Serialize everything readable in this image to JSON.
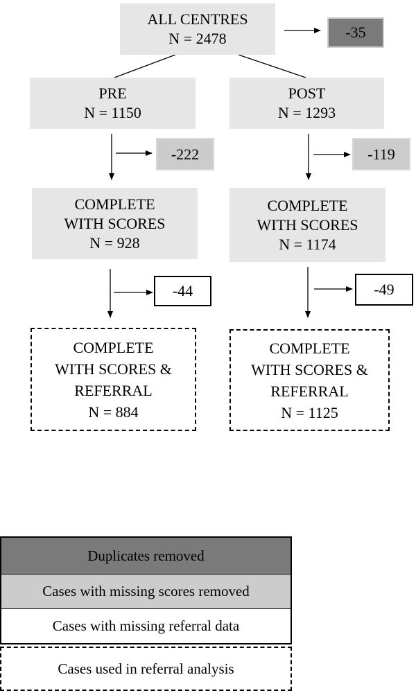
{
  "flowchart": {
    "all_centres": {
      "title": "ALL CENTRES",
      "n": "N = 2478",
      "removed": "-35"
    },
    "pre": {
      "title": "PRE",
      "n": "N = 1150",
      "removed_scores": "-222",
      "complete_line1": "COMPLETE",
      "complete_line2": "WITH SCORES",
      "complete_n": "N = 928",
      "removed_referral": "-44",
      "referral_line1": "COMPLETE",
      "referral_line2": "WITH SCORES &",
      "referral_line3": "REFERRAL",
      "referral_n": "N = 884"
    },
    "post": {
      "title": "POST",
      "n": "N = 1293",
      "removed_scores": "-119",
      "complete_line1": "COMPLETE",
      "complete_line2": "WITH SCORES",
      "complete_n": "N = 1174",
      "removed_referral": "-49",
      "referral_line1": "COMPLETE",
      "referral_line2": "WITH SCORES &",
      "referral_line3": "REFERRAL",
      "referral_n": "N = 1125"
    }
  },
  "legend": {
    "duplicates": "Duplicates removed",
    "missing_scores": "Cases with missing scores removed",
    "missing_referral": "Cases with missing referral data",
    "used": "Cases used in referral analysis"
  },
  "colors": {
    "light_grey": "#e6e6e6",
    "mid_grey": "#cccccc",
    "dark_grey": "#7a7a7a"
  }
}
